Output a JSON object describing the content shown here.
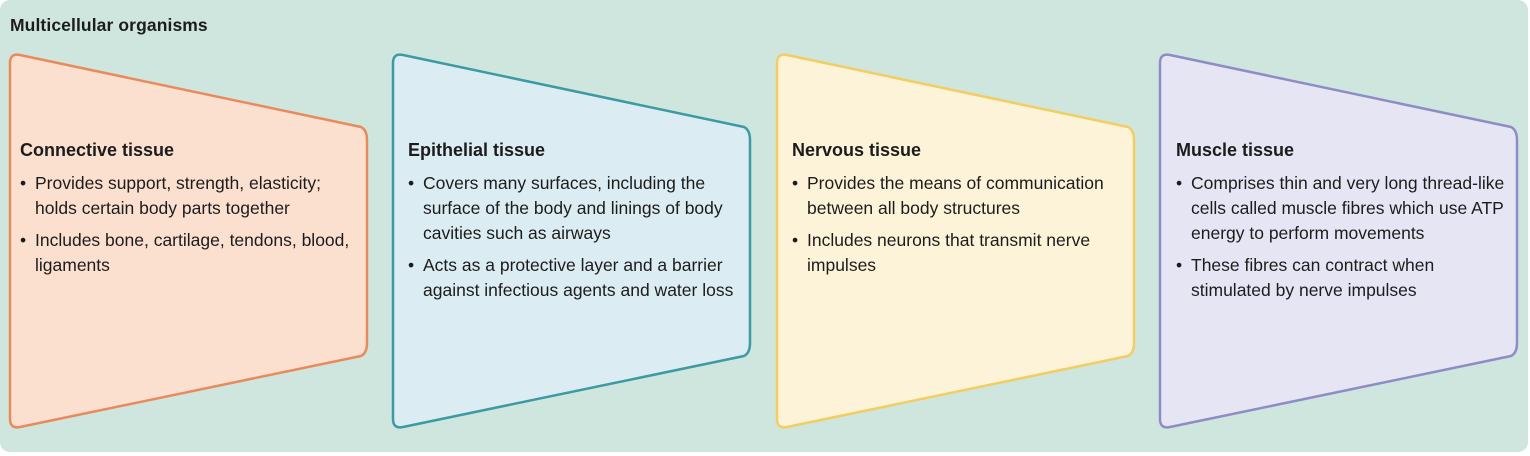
{
  "title": "Multicellular organisms",
  "tissues": [
    {
      "name": "Connective tissue",
      "bullets": [
        "Provides support, strength, elasticity; holds certain body parts together",
        "Includes bone, cartilage, tendons, blood, ligaments"
      ],
      "fill": "#fbe0d0",
      "stroke": "#e88a5c"
    },
    {
      "name": "Epithelial tissue",
      "bullets": [
        "Covers many surfaces, including the surface of the body and linings of body cavities such as airways",
        "Acts as a protective layer and a barrier against infectious agents and water loss"
      ],
      "fill": "#dbedf2",
      "stroke": "#3c9aa4"
    },
    {
      "name": "Nervous tissue",
      "bullets": [
        "Provides the means of communication between all body structures",
        "Includes neurons that transmit nerve impulses"
      ],
      "fill": "#fdf3d8",
      "stroke": "#f2cd62"
    },
    {
      "name": "Muscle tissue",
      "bullets": [
        "Comprises thin and very long thread-like cells called muscle fibres which use ATP energy to perform movements",
        "These fibres can contract when stimulated by nerve impulses"
      ],
      "fill": "#e6e5f4",
      "stroke": "#8e8cc6"
    }
  ]
}
